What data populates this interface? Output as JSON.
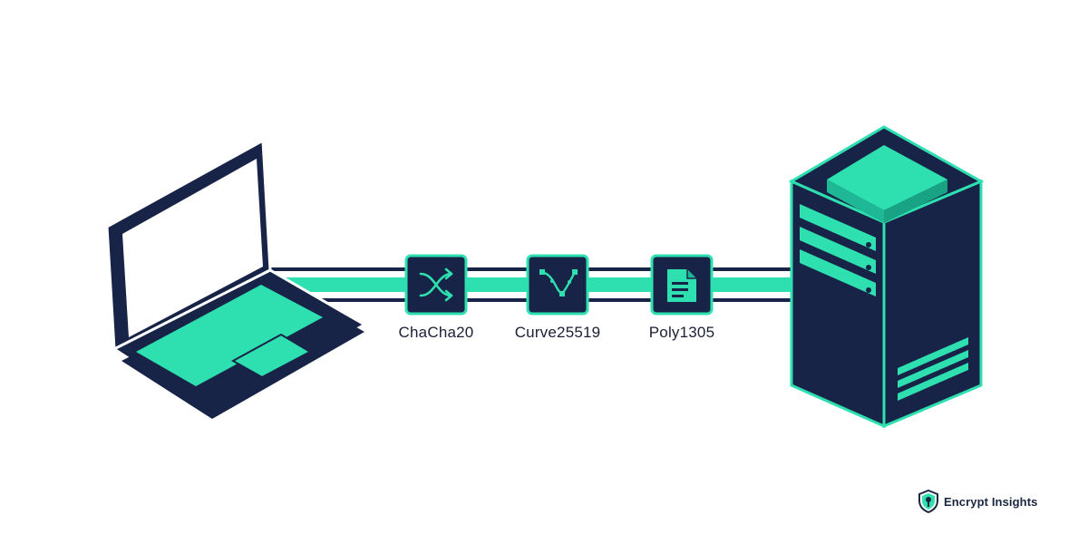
{
  "diagram": {
    "client": {
      "icon": "laptop-icon"
    },
    "server": {
      "icon": "server-icon"
    },
    "steps": [
      {
        "label": "ChaCha20",
        "icon": "shuffle-icon"
      },
      {
        "label": "Curve25519",
        "icon": "curve-icon"
      },
      {
        "label": "Poly1305",
        "icon": "document-icon"
      }
    ]
  },
  "brand": {
    "name": "Encrypt Insights",
    "icon": "shield-key-icon"
  },
  "colors": {
    "navy": "#182447",
    "teal": "#2ee0b0",
    "teal_dark": "#1fb896",
    "background": "#ffffff"
  }
}
